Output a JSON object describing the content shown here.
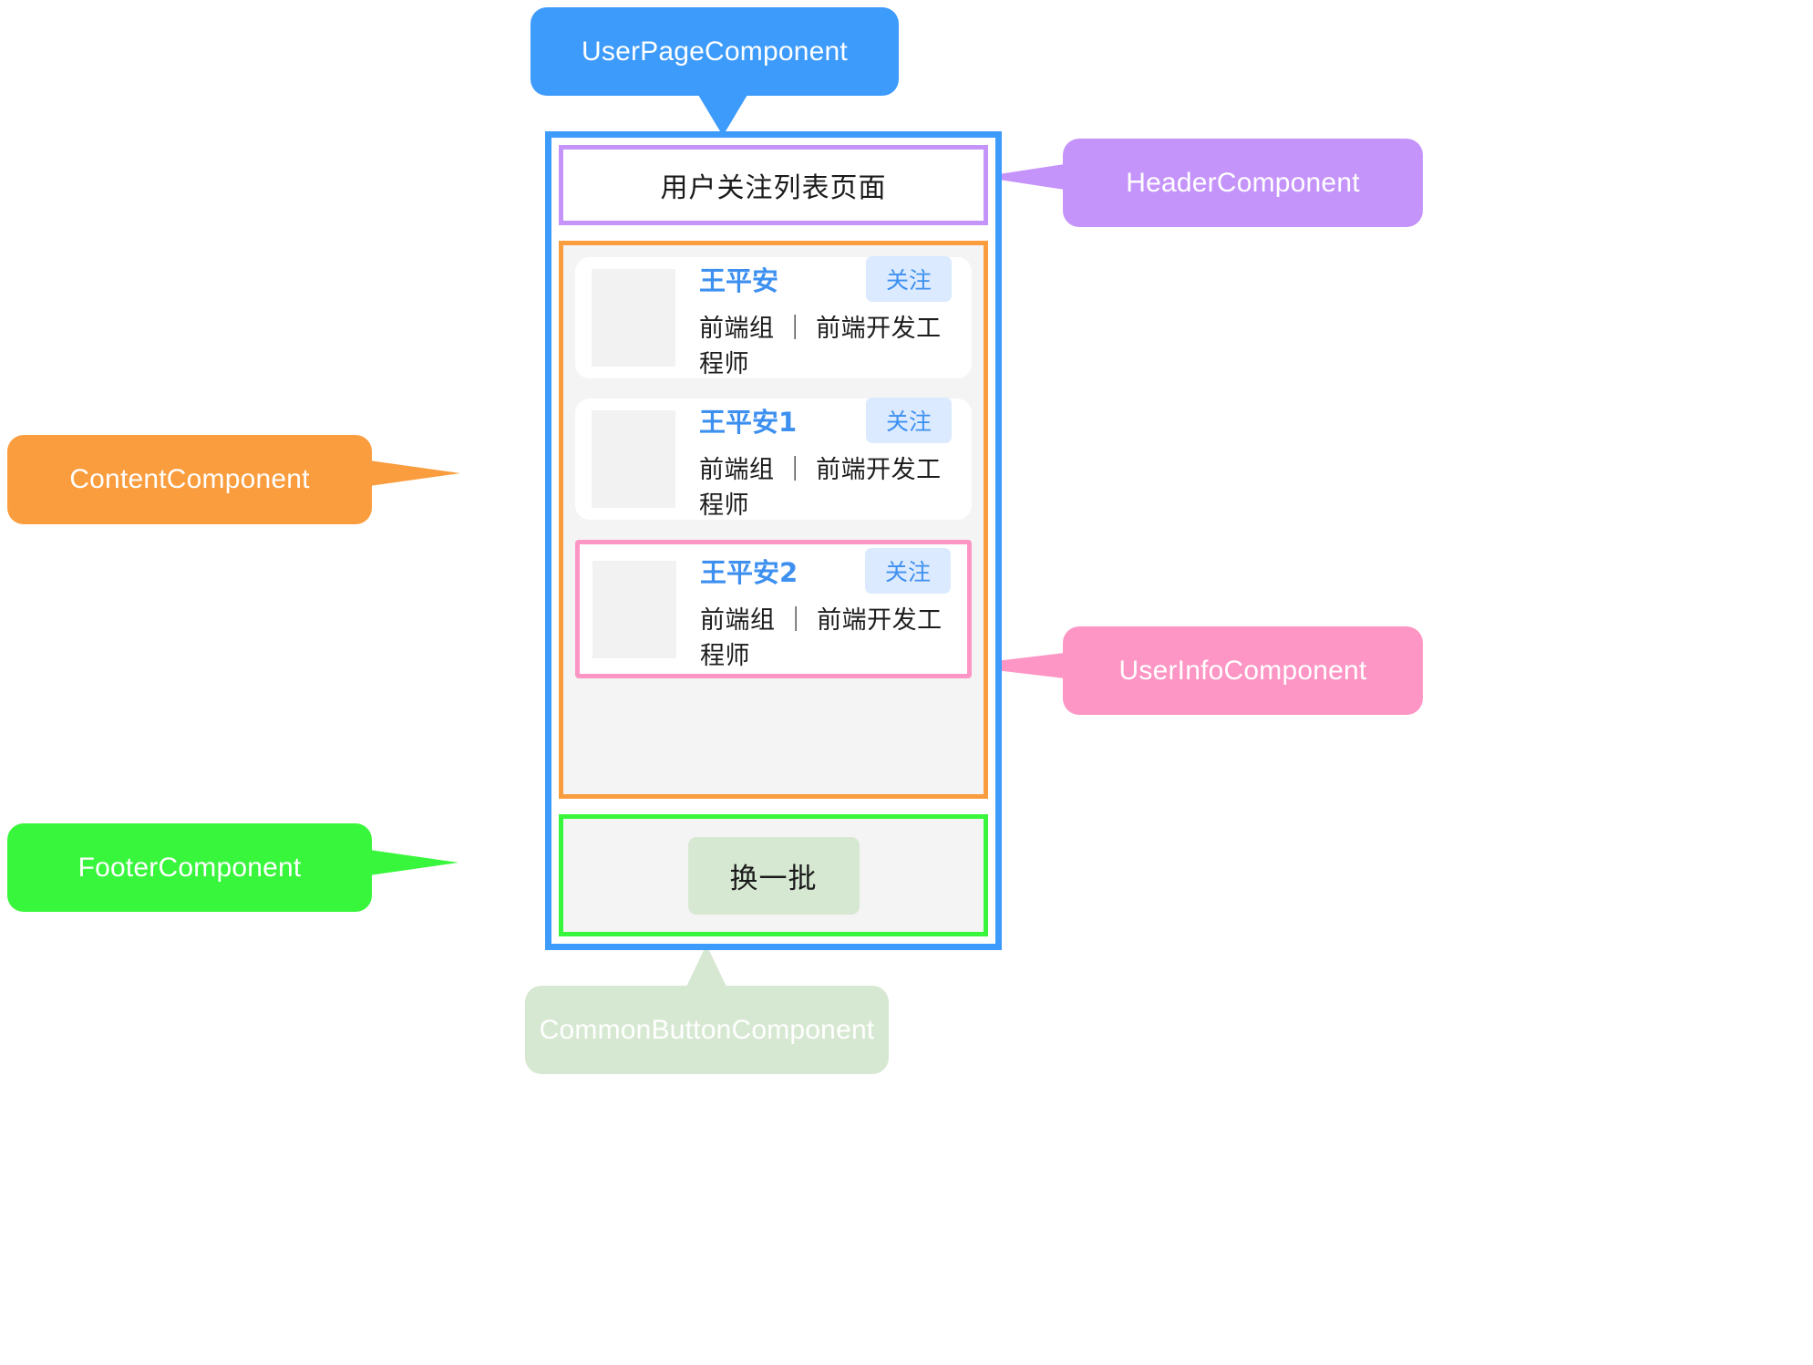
{
  "callouts": {
    "user_page": {
      "label": "UserPageComponent",
      "color": "#3d9bfb"
    },
    "header": {
      "label": "HeaderComponent",
      "color": "#c594fb"
    },
    "content": {
      "label": "ContentComponent",
      "color": "#fa9d3e"
    },
    "user_info": {
      "label": "UserInfoComponent",
      "color": "#fd96c4"
    },
    "footer": {
      "label": "FooterComponent",
      "color": "#38f63b"
    },
    "common_button": {
      "label": "CommonButtonComponent",
      "color": "#d7e8d2"
    }
  },
  "phone": {
    "header": {
      "title": "用户关注列表页面"
    },
    "content": {
      "users": [
        {
          "name": "王平安",
          "description": "前端组 ｜ 前端开发工程师",
          "follow_label": "关注",
          "highlighted": false
        },
        {
          "name": "王平安1",
          "description": "前端组 ｜ 前端开发工程师",
          "follow_label": "关注",
          "highlighted": false
        },
        {
          "name": "王平安2",
          "description": "前端组 ｜ 前端开发工程师",
          "follow_label": "关注",
          "highlighted": true
        }
      ]
    },
    "footer": {
      "refresh_label": "换一批"
    }
  }
}
